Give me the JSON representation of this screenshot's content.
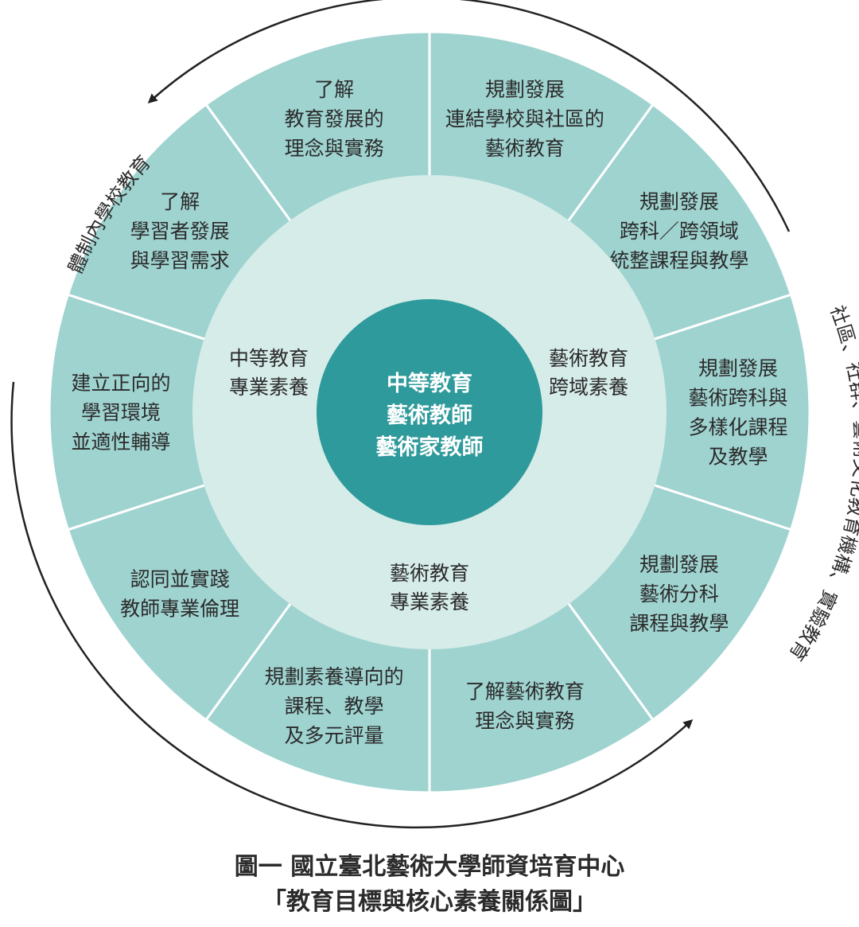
{
  "colors": {
    "segment": "#9fd3d0",
    "inner_ring": "#d6ece9",
    "center": "#2f9a9b",
    "divider": "#ffffff",
    "arrow": "#222222",
    "text": "#2b2b2b"
  },
  "segments": [
    {
      "lines": [
        "規劃發展",
        "連結學校與社區的",
        "藝術教育"
      ]
    },
    {
      "lines": [
        "規劃發展",
        "跨科／跨領域",
        "統整課程與教學"
      ]
    },
    {
      "lines": [
        "規劃發展",
        "藝術跨科與",
        "多樣化課程",
        "及教學"
      ]
    },
    {
      "lines": [
        "規劃發展",
        "藝術分科",
        "課程與教學"
      ]
    },
    {
      "lines": [
        "了解藝術教育",
        "理念與實務"
      ]
    },
    {
      "lines": [
        "規劃素養導向的",
        "課程、教學",
        "及多元評量"
      ]
    },
    {
      "lines": [
        "認同並實踐",
        "教師專業倫理"
      ]
    },
    {
      "lines": [
        "建立正向的",
        "學習環境",
        "並適性輔導"
      ]
    },
    {
      "lines": [
        "了解",
        "學習者發展",
        "與學習需求"
      ]
    },
    {
      "lines": [
        "了解",
        "教育發展的",
        "理念與實務"
      ]
    }
  ],
  "core_literacies": [
    {
      "lines": [
        "中等教育",
        "專業素養"
      ]
    },
    {
      "lines": [
        "藝術教育",
        "跨域素養"
      ]
    },
    {
      "lines": [
        "藝術教育",
        "專業素養"
      ]
    }
  ],
  "center": {
    "lines": [
      "中等教育",
      "藝術教師",
      "藝術家教師"
    ]
  },
  "outer_labels": {
    "left": "體制內學校教育",
    "right": "社區、社群、藝術文化教育機構、實驗教育"
  },
  "caption": {
    "line1": "圖一 國立臺北藝術大學師資培育中心",
    "line2": "「教育目標與核心素養關係圖」"
  }
}
